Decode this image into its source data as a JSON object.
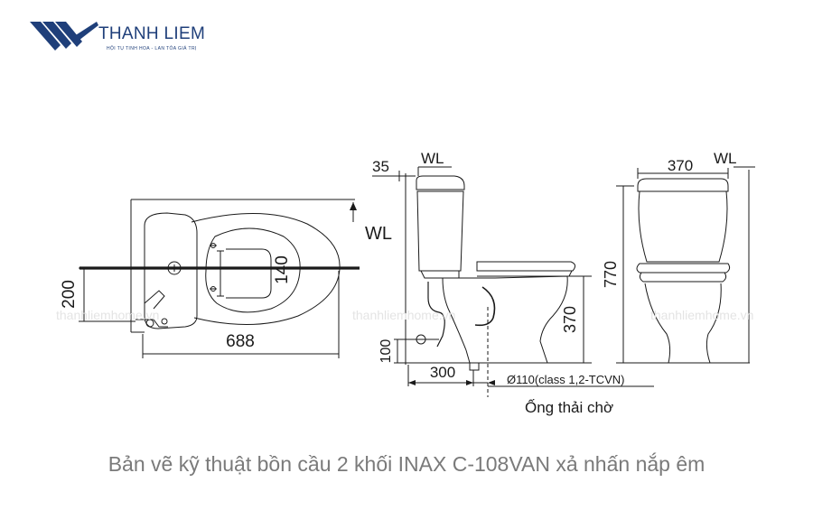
{
  "brand": {
    "name": "THANH LIEM",
    "slogan": "HỘI TỤ TINH HOA - LAN TỎA GIÁ TRỊ",
    "color": "#1f3f7a"
  },
  "watermark": "thanhliemhome.vn",
  "plan_view": {
    "wl_label": "WL",
    "dim_200": "200",
    "dim_140": "140",
    "dim_688": "688"
  },
  "side_view": {
    "dim_35": "35",
    "wl_label": "WL",
    "dim_370": "370",
    "dim_100": "100",
    "dim_300": "300",
    "pipe_spec": "Ø110(class 1,2-TCVN)",
    "pipe_label": "Ống thải chờ"
  },
  "front_view": {
    "dim_370": "370",
    "wl_label": "WL",
    "dim_770": "770"
  },
  "caption": "Bản vẽ kỹ thuật bồn cầu 2 khối INAX C-108VAN xả nhấn nắp êm"
}
